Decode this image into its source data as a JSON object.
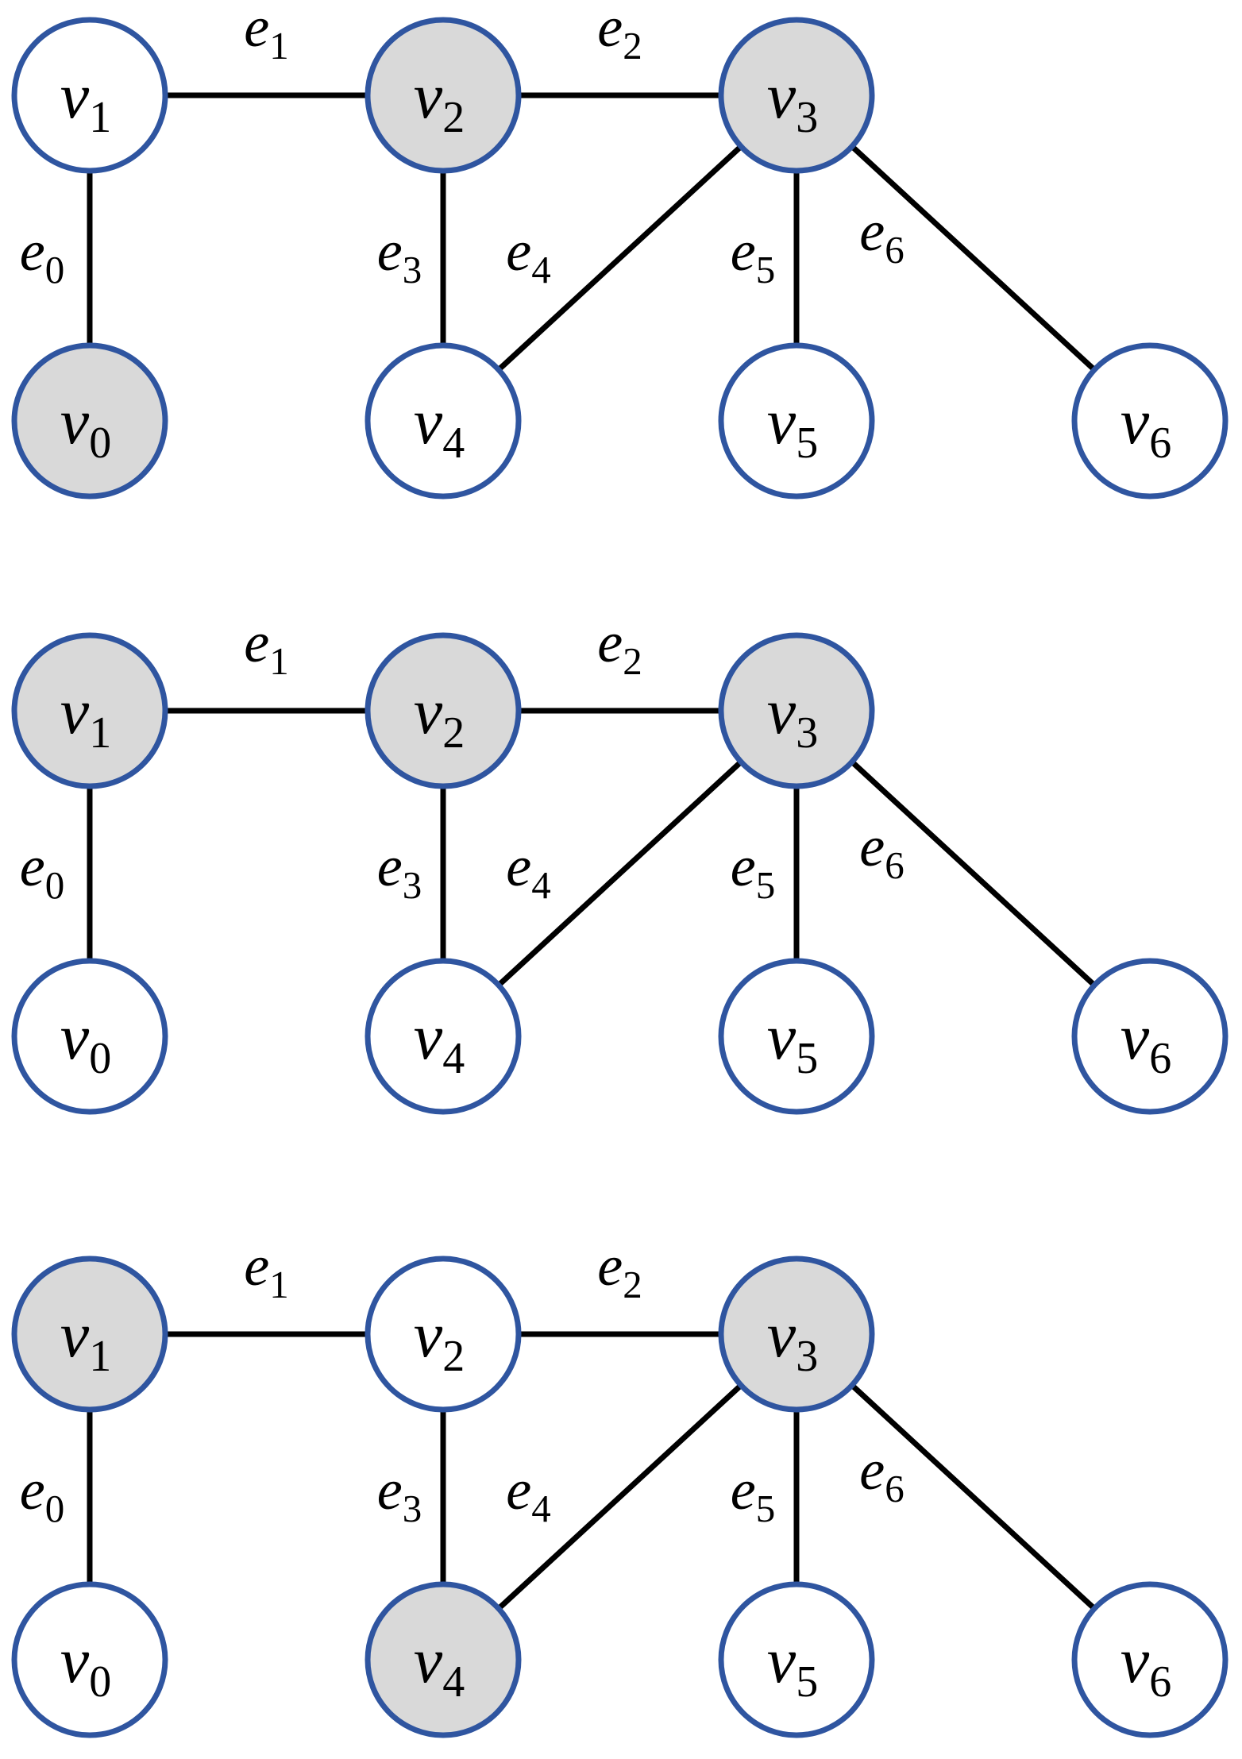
{
  "colors": {
    "node_stroke": "#2f55a0",
    "selected_fill": "#d9d9d9",
    "unselected_fill": "#ffffff",
    "edge": "#000000"
  },
  "graph": {
    "vertices": [
      {
        "id": "v0",
        "letter": "v",
        "sub": "0"
      },
      {
        "id": "v1",
        "letter": "v",
        "sub": "1"
      },
      {
        "id": "v2",
        "letter": "v",
        "sub": "2"
      },
      {
        "id": "v3",
        "letter": "v",
        "sub": "3"
      },
      {
        "id": "v4",
        "letter": "v",
        "sub": "4"
      },
      {
        "id": "v5",
        "letter": "v",
        "sub": "5"
      },
      {
        "id": "v6",
        "letter": "v",
        "sub": "6"
      }
    ],
    "edges": [
      {
        "id": "e0",
        "letter": "e",
        "sub": "0",
        "from": "v1",
        "to": "v0"
      },
      {
        "id": "e1",
        "letter": "e",
        "sub": "1",
        "from": "v1",
        "to": "v2"
      },
      {
        "id": "e2",
        "letter": "e",
        "sub": "2",
        "from": "v2",
        "to": "v3"
      },
      {
        "id": "e3",
        "letter": "e",
        "sub": "3",
        "from": "v2",
        "to": "v4"
      },
      {
        "id": "e4",
        "letter": "e",
        "sub": "4",
        "from": "v3",
        "to": "v4"
      },
      {
        "id": "e5",
        "letter": "e",
        "sub": "5",
        "from": "v3",
        "to": "v5"
      },
      {
        "id": "e6",
        "letter": "e",
        "sub": "6",
        "from": "v3",
        "to": "v6"
      }
    ]
  },
  "panels": [
    {
      "selected": [
        "v0",
        "v2",
        "v3"
      ]
    },
    {
      "selected": [
        "v1",
        "v2",
        "v3"
      ]
    },
    {
      "selected": [
        "v1",
        "v3",
        "v4"
      ]
    }
  ]
}
